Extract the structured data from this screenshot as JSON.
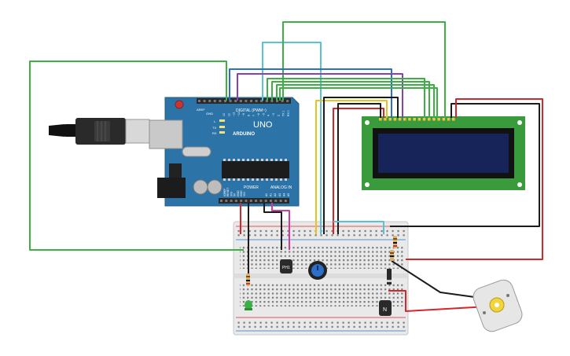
{
  "arduino": {
    "model": "UNO",
    "brand": "ARDUINO",
    "digital_label": "DIGITAL (PWM~)",
    "analog_label": "ANALOG IN",
    "power_label": "POWER",
    "aref_label": "AREF",
    "gnd_label": "GND",
    "led_l": "L",
    "led_tx": "TX",
    "led_rx": "RX",
    "power_pins": [
      "IOREF",
      "RESET",
      "3V3",
      "5V",
      "GND",
      "GND",
      "VIN"
    ],
    "analog_pins": [
      "A0",
      "A1",
      "A2",
      "A3",
      "A4",
      "A5"
    ],
    "digital_pins": [
      "13",
      "12",
      "~11",
      "~10",
      "~9",
      "8",
      "7",
      "~6",
      "~5",
      "4",
      "~3",
      "2",
      "TX 1",
      "RX 0"
    ]
  },
  "components": {
    "sensor_label": "PH1",
    "transistor_label": "N"
  },
  "colors": {
    "board": "#2c74a8",
    "board_dark": "#1f5b88",
    "lcd_pcb": "#3a9b3c",
    "lcd_screen": "#16245a",
    "breadboard": "#e9e9e9",
    "wire_green": "#3cb043",
    "wire_cyan": "#59c3d6",
    "wire_purple": "#8b3fb6",
    "wire_blue": "#2b6fc9",
    "wire_black": "#1b1b1b",
    "wire_red": "#d4262b",
    "wire_yellow": "#e8c21e",
    "wire_magenta": "#d13b9a"
  }
}
